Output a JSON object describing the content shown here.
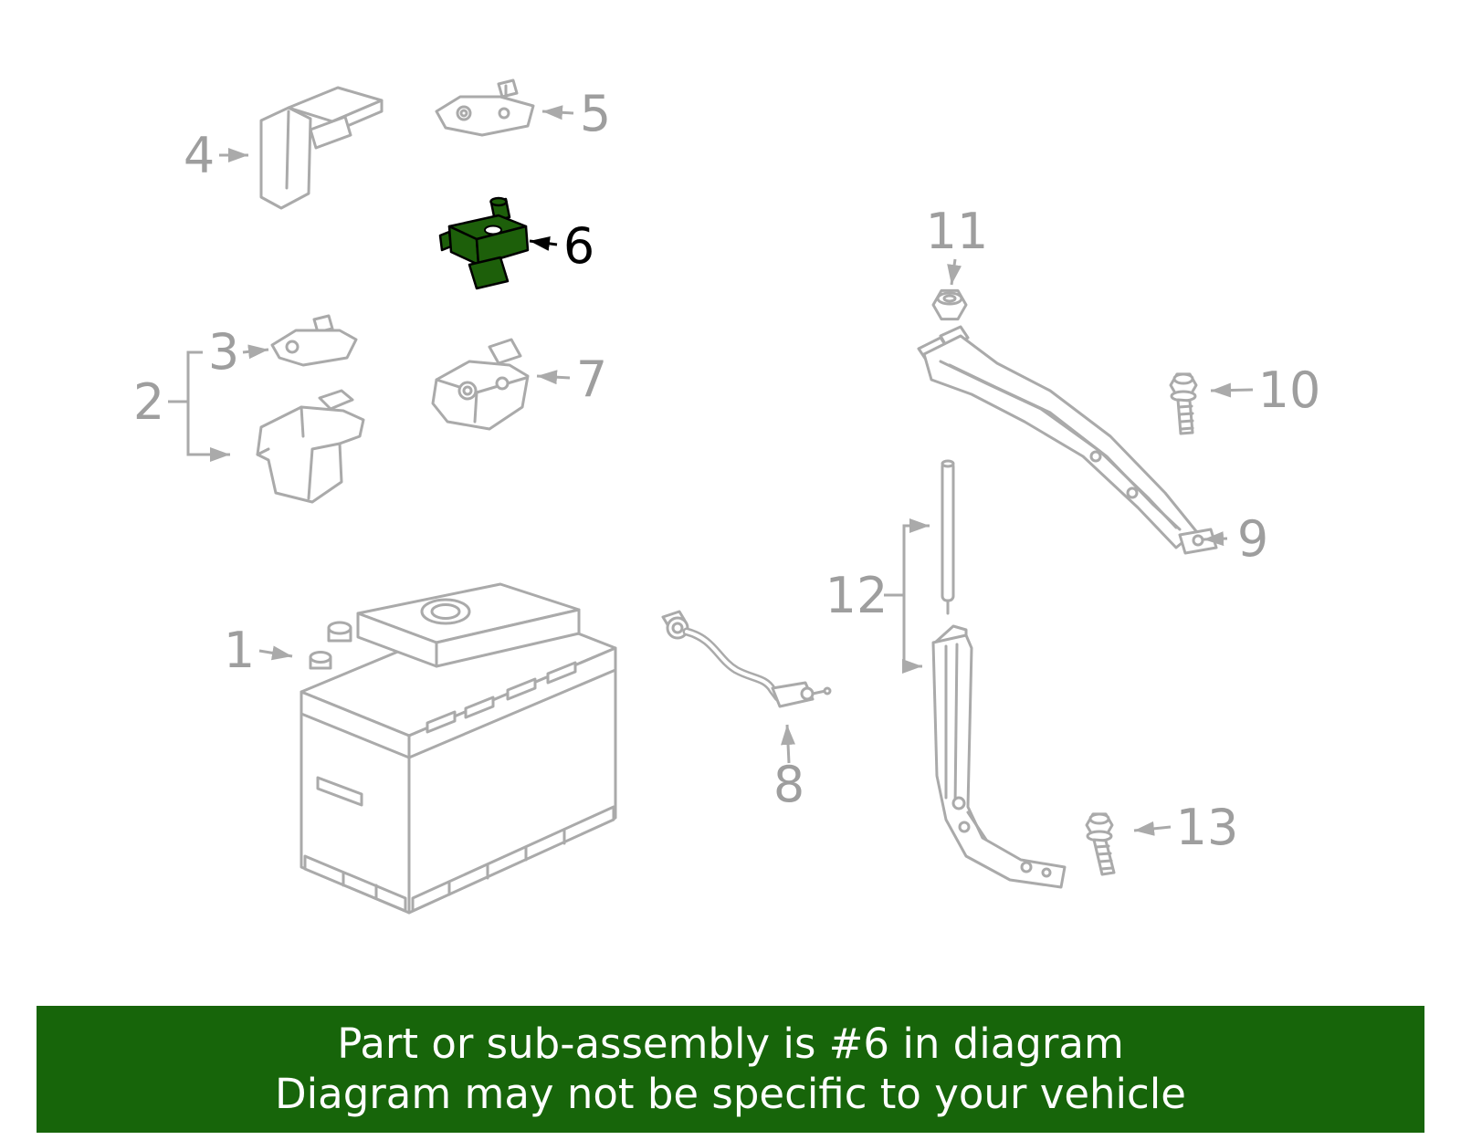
{
  "banner": {
    "line1": "Part or sub-assembly is #6 in diagram",
    "line2": "Diagram may not be specific to your vehicle",
    "bg_color": "#17650a",
    "text_color": "#ffffff"
  },
  "diagram": {
    "line_color": "#aaaaaa",
    "label_color": "#9e9e9e",
    "highlight_color": "#1d5f0a",
    "highlighted_part": "6"
  },
  "callouts": [
    {
      "text": "1"
    },
    {
      "text": "2"
    },
    {
      "text": "3"
    },
    {
      "text": "4"
    },
    {
      "text": "5"
    },
    {
      "text": "6"
    },
    {
      "text": "7"
    },
    {
      "text": "8"
    },
    {
      "text": "9"
    },
    {
      "text": "10"
    },
    {
      "text": "11"
    },
    {
      "text": "12"
    },
    {
      "text": "13"
    }
  ]
}
